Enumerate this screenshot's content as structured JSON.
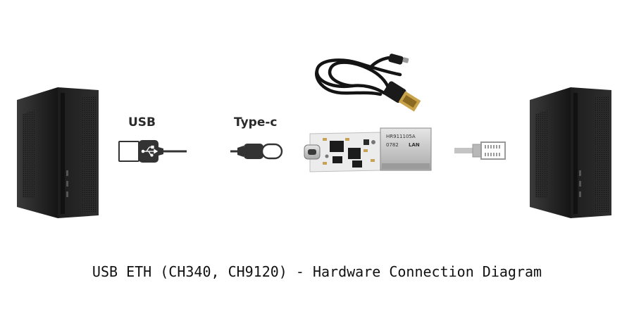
{
  "labels": {
    "usb": "USB",
    "type_c": "Type-c"
  },
  "caption": "USB ETH (CH340, CH9120) - Hardware Connection Diagram",
  "module_marking": {
    "line1": "HR911105A",
    "line2": "0782",
    "line3": "LAN"
  },
  "icons": {
    "left_computer": "desktop-tower-icon",
    "usb_plug": "usb-a-plug-icon",
    "type_c_plug": "usb-type-c-plug-icon",
    "cable": "usb-cable-icon",
    "module": "usb-ethernet-module",
    "ethernet_plug": "rj45-plug-icon",
    "right_computer": "desktop-tower-icon"
  },
  "colors": {
    "case_dark": "#1b1b1b",
    "pcb": "#e9e9e9",
    "metal": "#c8c8c8",
    "rj45_plug": "#bdbdbd"
  }
}
